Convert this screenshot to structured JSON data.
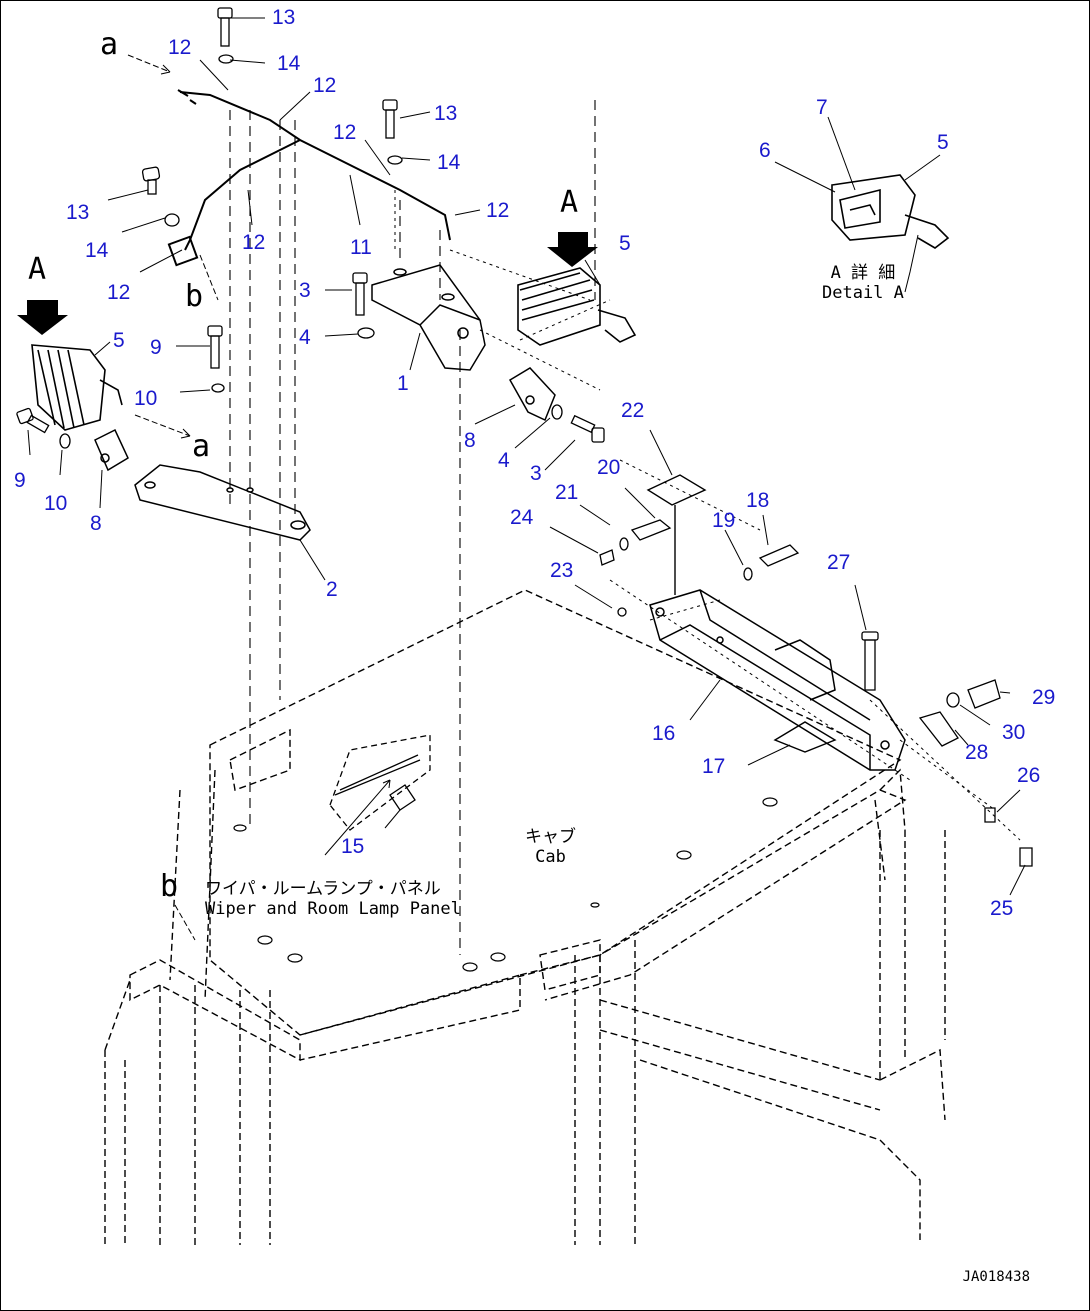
{
  "callouts": [
    {
      "text": "13"
    },
    {
      "text": "14"
    },
    {
      "text": "12"
    },
    {
      "text": "12"
    },
    {
      "text": "13"
    },
    {
      "text": "12"
    },
    {
      "text": "14"
    },
    {
      "text": "12"
    },
    {
      "text": "11"
    },
    {
      "text": "13"
    },
    {
      "text": "14"
    },
    {
      "text": "12"
    },
    {
      "text": "12"
    },
    {
      "text": "3"
    },
    {
      "text": "4"
    },
    {
      "text": "1"
    },
    {
      "text": "9"
    },
    {
      "text": "10"
    },
    {
      "text": "5"
    },
    {
      "text": "9"
    },
    {
      "text": "10"
    },
    {
      "text": "8"
    },
    {
      "text": "2"
    },
    {
      "text": "8"
    },
    {
      "text": "4"
    },
    {
      "text": "3"
    },
    {
      "text": "22"
    },
    {
      "text": "20"
    },
    {
      "text": "21"
    },
    {
      "text": "24"
    },
    {
      "text": "23"
    },
    {
      "text": "19"
    },
    {
      "text": "18"
    },
    {
      "text": "27"
    },
    {
      "text": "29"
    },
    {
      "text": "30"
    },
    {
      "text": "28"
    },
    {
      "text": "16"
    },
    {
      "text": "17"
    },
    {
      "text": "26"
    },
    {
      "text": "25"
    },
    {
      "text": "15"
    },
    {
      "text": "5"
    },
    {
      "text": "7"
    },
    {
      "text": "6"
    },
    {
      "text": "5"
    }
  ],
  "letters": {
    "a_top": "a",
    "a_mid": "a",
    "b_mid": "b",
    "b_low": "b",
    "A_left": "A",
    "A_right": "A"
  },
  "captions": {
    "detail_jp": "A 詳 細",
    "detail_en": "Detail A",
    "cab_jp": "キャブ",
    "cab_en": "Cab",
    "panel_jp": "ワイパ・ルームランプ・パネル",
    "panel_en": "Wiper and Room Lamp Panel"
  },
  "doc_id": "JA018438"
}
